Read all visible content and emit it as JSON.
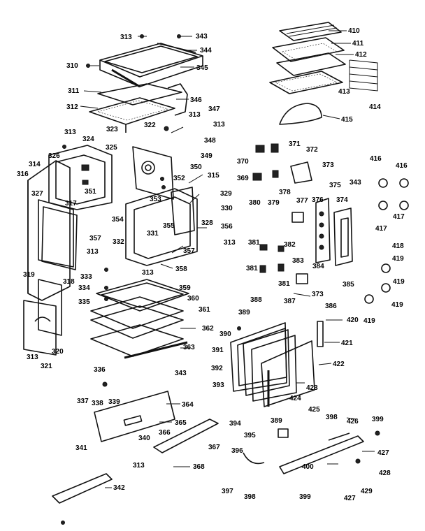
{
  "diagram": {
    "callouts": [
      "313",
      "343",
      "344",
      "310",
      "345",
      "311",
      "346",
      "312",
      "347",
      "313",
      "323",
      "313",
      "313",
      "348",
      "324",
      "325",
      "322",
      "349",
      "326",
      "350",
      "314",
      "315",
      "316",
      "352",
      "351",
      "329",
      "353",
      "327",
      "317",
      "330",
      "354",
      "328",
      "355",
      "356",
      "357",
      "331",
      "313",
      "313",
      "332",
      "357",
      "358",
      "313",
      "333",
      "359",
      "318",
      "319",
      "334",
      "360",
      "335",
      "361",
      "362",
      "363",
      "336",
      "343",
      "313",
      "321",
      "320",
      "337",
      "338",
      "339",
      "364",
      "365",
      "340",
      "341",
      "366",
      "367",
      "313",
      "368",
      "342",
      "410",
      "411",
      "412",
      "413",
      "414",
      "415",
      "416",
      "416",
      "343",
      "370",
      "371",
      "372",
      "369",
      "373",
      "378",
      "375",
      "374",
      "380",
      "379",
      "377",
      "376",
      "417",
      "417",
      "381",
      "382",
      "383",
      "384",
      "385",
      "418",
      "419",
      "381",
      "381",
      "373",
      "419",
      "419",
      "419",
      "387",
      "388",
      "386",
      "389",
      "390",
      "420",
      "391",
      "421",
      "392",
      "422",
      "393",
      "423",
      "424",
      "425",
      "394",
      "389",
      "398",
      "426",
      "399",
      "395",
      "396",
      "427",
      "400",
      "428",
      "397",
      "398",
      "399",
      "429",
      "427"
    ]
  }
}
